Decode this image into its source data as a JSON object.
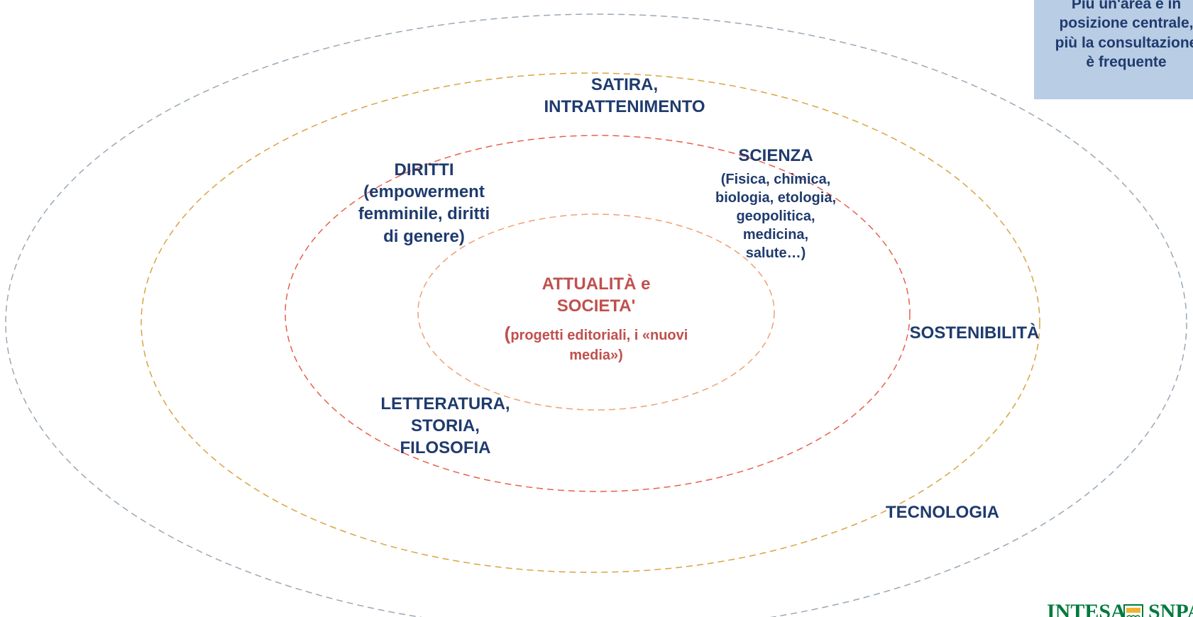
{
  "diagram": {
    "center": {
      "title": "ATTUALITÀ e\nSOCIETA'",
      "subtitle_paren": "(",
      "subtitle": "progetti editoriali, i «nuovi\nmedia»)"
    },
    "labels": {
      "satira": "SATIRA,\nINTRATTENIMENTO",
      "diritti": "DIRITTI\n(empowerment\nfemminile, diritti\ndi genere)",
      "scienza_title": "SCIENZA",
      "scienza_detail": "(Fisica, chimica,\nbiologia, etologia,\ngeopolitica,\nmedicina,\nsalute…)",
      "sostenibilita": "SOSTENIBILITÀ",
      "letteratura": "LETTERATURA,\nSTORIA,\nFILOSOFIA",
      "tecnologia": "TECNOLOGIA"
    },
    "rings": [
      {
        "name": "inner",
        "color": "#f0a070"
      },
      {
        "name": "second",
        "color": "#e8604c"
      },
      {
        "name": "third",
        "color": "#d9a441"
      },
      {
        "name": "outer",
        "color": "#9aa8b5"
      }
    ]
  },
  "note": {
    "text": "Più un'area è in\nposizione centrale,\npiù la consultazione\nè frequente"
  },
  "logo": {
    "text_left": "INTESA",
    "text_right": "SNPAOLO"
  },
  "colors": {
    "label_blue": "#1f3b6e",
    "center_red": "#c0504d",
    "note_bg": "#b9cde5"
  }
}
